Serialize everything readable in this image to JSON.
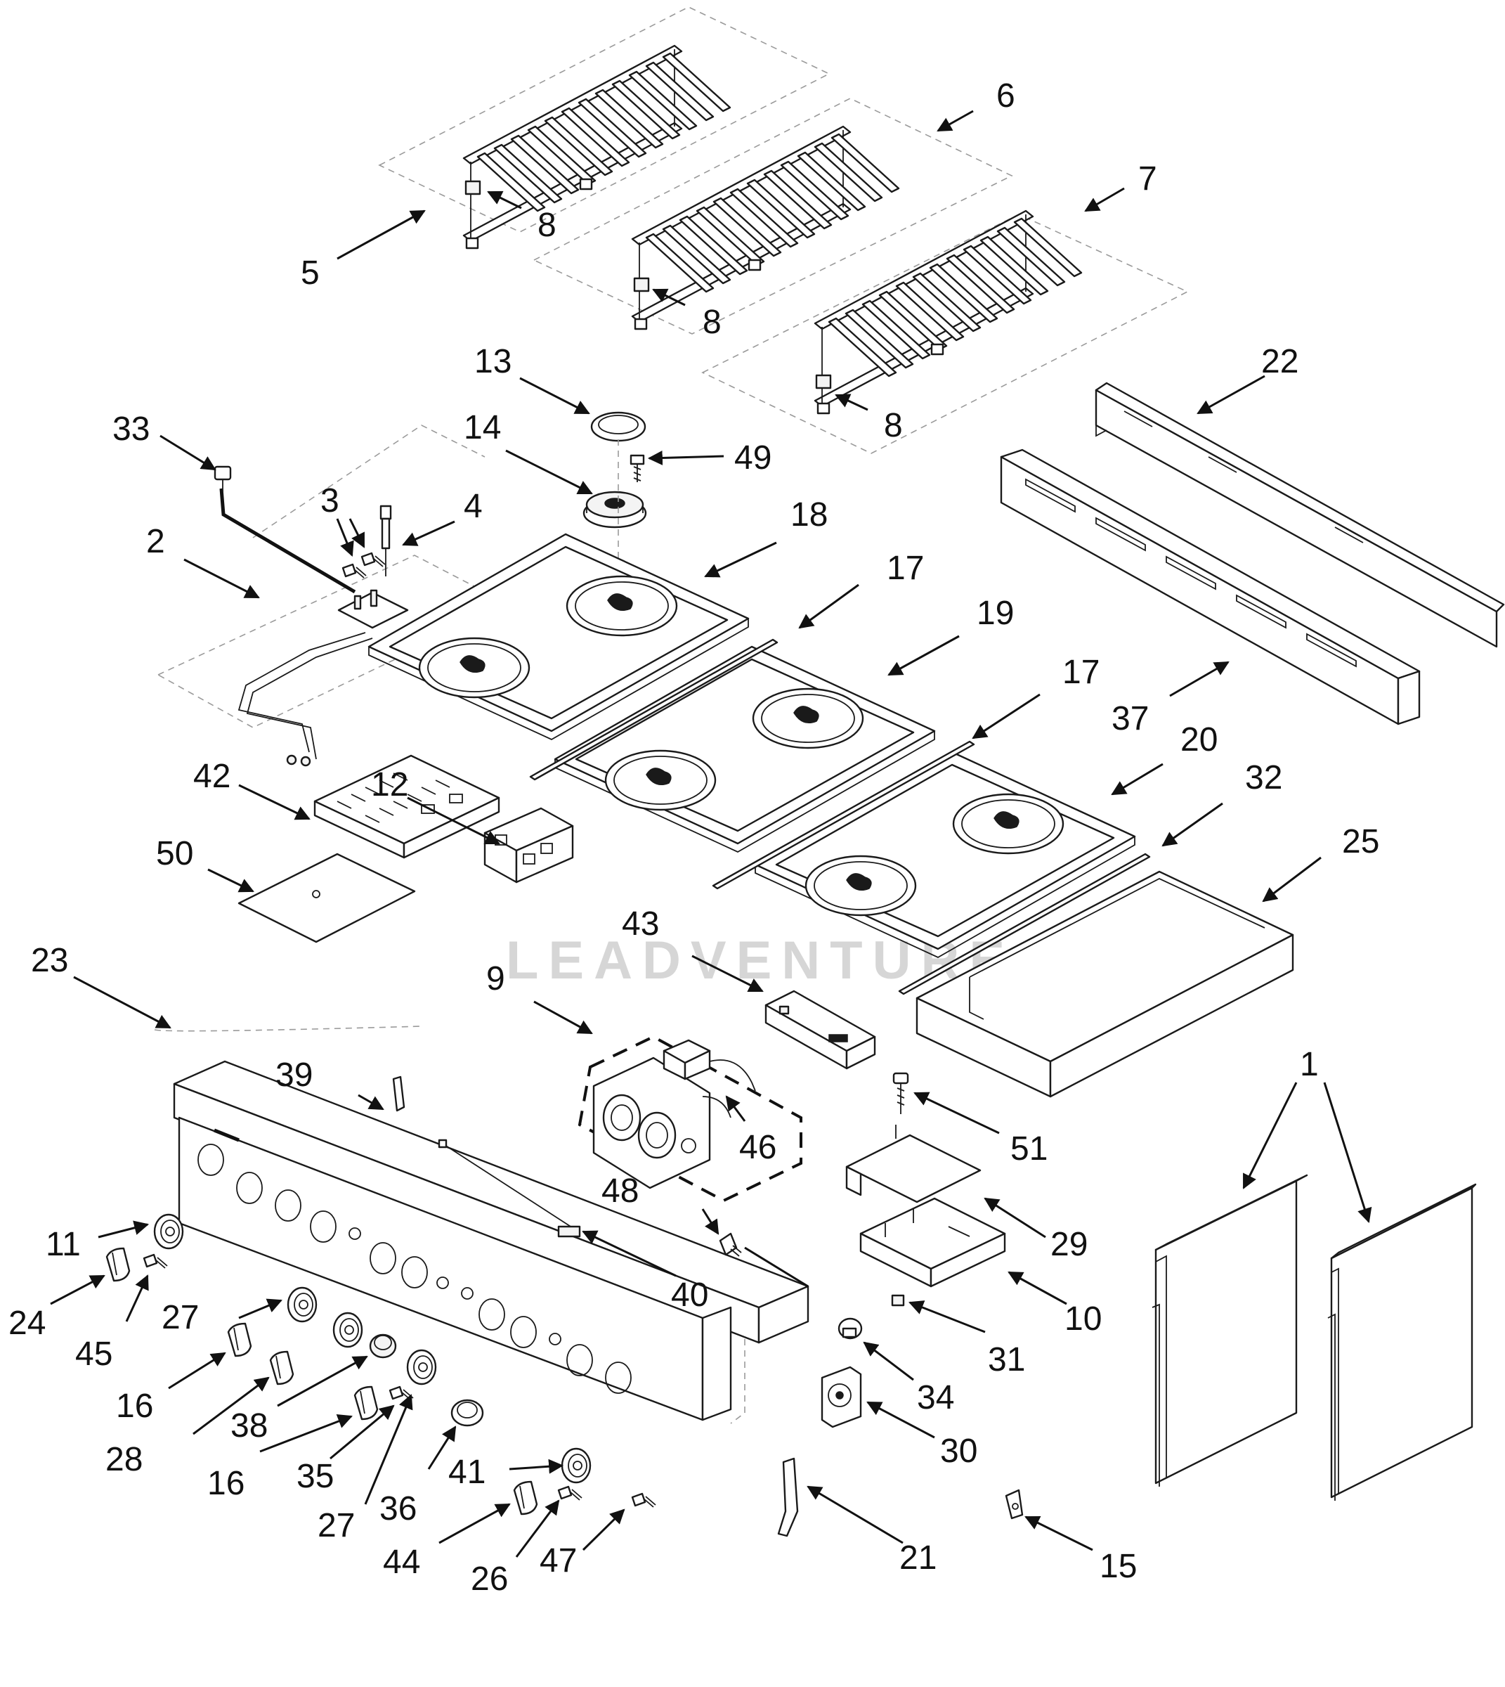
{
  "watermark": "LEADVENTURE",
  "callouts": {
    "c1": "1",
    "c2": "2",
    "c3": "3",
    "c4": "4",
    "c5": "5",
    "c6": "6",
    "c7": "7",
    "c8a": "8",
    "c8b": "8",
    "c8c": "8",
    "c9": "9",
    "c10": "10",
    "c11": "11",
    "c12": "12",
    "c13": "13",
    "c14": "14",
    "c15": "15",
    "c16a": "16",
    "c16b": "16",
    "c17a": "17",
    "c17b": "17",
    "c18": "18",
    "c19": "19",
    "c20": "20",
    "c21": "21",
    "c22": "22",
    "c23": "23",
    "c24": "24",
    "c25": "25",
    "c26": "26",
    "c27a": "27",
    "c27b": "27",
    "c28": "28",
    "c29": "29",
    "c30": "30",
    "c31": "31",
    "c32": "32",
    "c33": "33",
    "c34": "34",
    "c35": "35",
    "c36": "36",
    "c37": "37",
    "c38": "38",
    "c39": "39",
    "c40": "40",
    "c41": "41",
    "c42": "42",
    "c43": "43",
    "c44": "44",
    "c45": "45",
    "c46": "46",
    "c47": "47",
    "c48": "48",
    "c49": "49",
    "c50": "50",
    "c51": "51"
  }
}
